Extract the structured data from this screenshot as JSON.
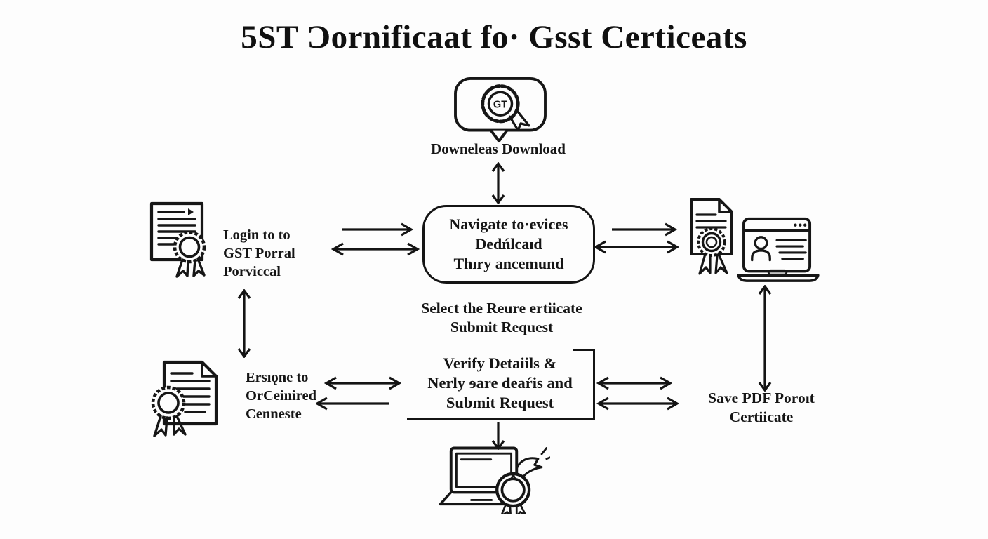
{
  "colors": {
    "ink": "#141414",
    "background": "#fdfdfd"
  },
  "title": "5ST Ɔornificaat fo· Gsst Certiceats",
  "nodes": {
    "download_badge": {
      "seal_text": "GT",
      "caption": "Downeleas Download"
    },
    "navigate_box": {
      "lines": [
        "Navigate to·evices",
        "Dedńlcaıd",
        "Thıry ancemund"
      ]
    },
    "login": {
      "lines": [
        "Login to to",
        "GST Porral",
        "Porviccal"
      ]
    },
    "select": {
      "lines": [
        "Select the Reure ertiicate",
        "Submit Request"
      ]
    },
    "verify_box": {
      "lines": [
        "Verify Detaiils &",
        "Nerly ɘare deaŕis and",
        "Submit Request"
      ]
    },
    "ersigne": {
      "lines": [
        "Ersıǫne to",
        "OrCeinired",
        "Cenneste"
      ]
    },
    "save_pdf": {
      "lines": [
        "Save PDF Poroıt",
        "Certiicate"
      ]
    }
  },
  "icons": [
    "gt-seal-speech-bubble-icon",
    "certificate-document-icon",
    "certificate-document-folded-icon",
    "certificate-ribbon-document-icon",
    "browser-profile-laptop-icon",
    "laptop-award-seal-icon"
  ]
}
